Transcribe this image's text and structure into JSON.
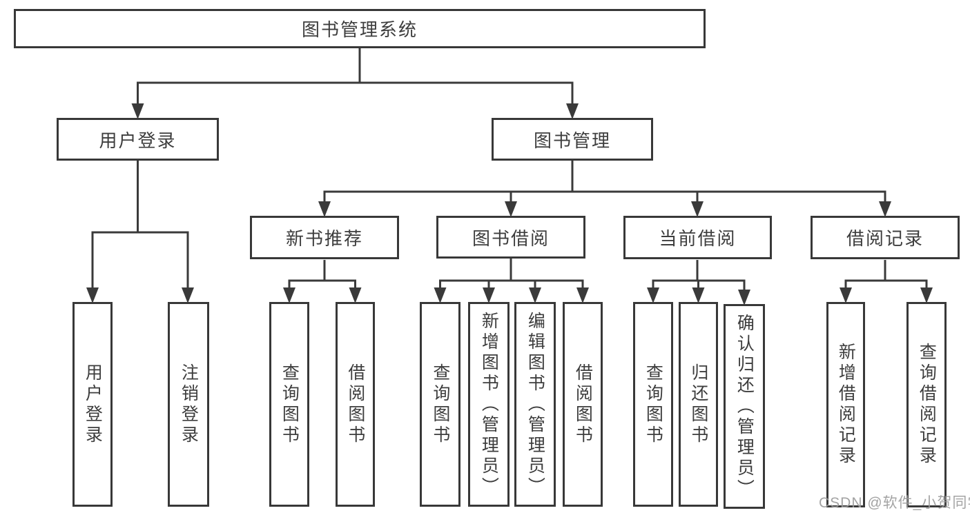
{
  "diagram": {
    "root": "图书管理系统",
    "level2": {
      "user_login": "用户登录",
      "book_management": "图书管理"
    },
    "user_login_children": [
      "用户登录",
      "注销登录"
    ],
    "level3": [
      "新书推荐",
      "图书借阅",
      "当前借阅",
      "借阅记录"
    ],
    "new_book_children": [
      "查询图书",
      "借阅图书"
    ],
    "book_borrow_children": [
      "查询图书",
      "新增图书（管理员）",
      "编辑图书（管理员）",
      "借阅图书"
    ],
    "current_borrow_children": [
      "查询图书",
      "归还图书",
      "确认归还（管理员）"
    ],
    "borrow_record_children": [
      "新增借阅记录",
      "查询借阅记录"
    ],
    "colors": {
      "line": "#3a3a3a",
      "box_border": "#383838",
      "text": "#3d3d3d",
      "background": "#ffffff",
      "watermark": "#9c9c9c"
    }
  },
  "watermark": {
    "text": "CSDN @软件_小贺同学"
  }
}
